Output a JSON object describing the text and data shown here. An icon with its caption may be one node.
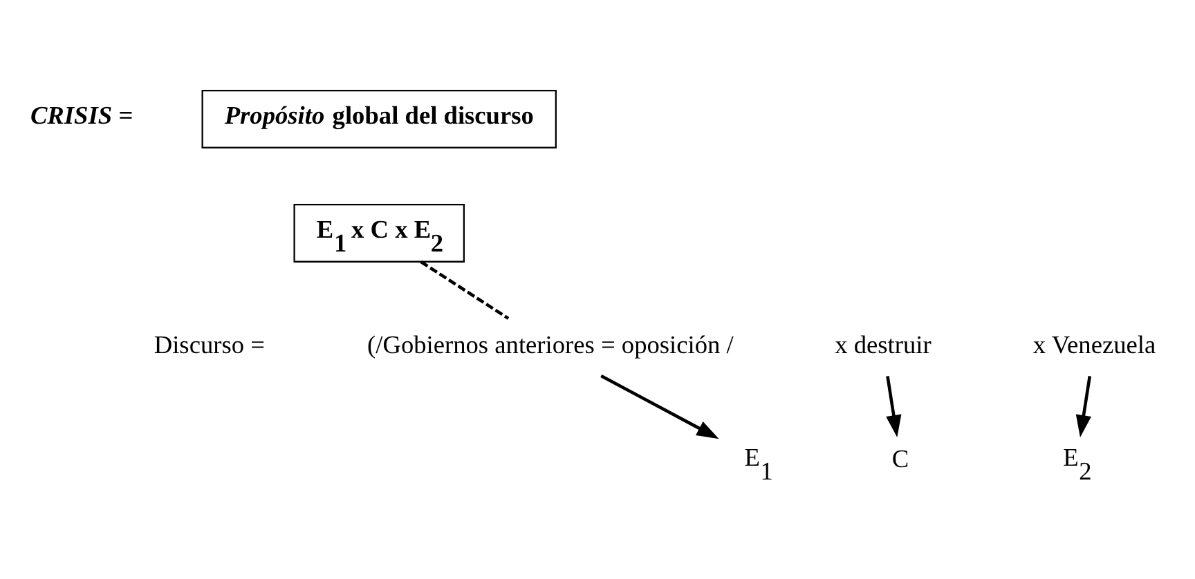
{
  "diagram": {
    "nodes": [
      {
        "text": [
          "*Propósito* global del discurso"
        ]
      },
      {
        "text": [
          "E$_{1}$ x C x E$_{2}$"
        ]
      },
      {
        "text": [
          "Discurso ="
        ]
      },
      {
        "text": [
          "(/Gobiernos anteriores = oposición /"
        ]
      },
      {
        "text": [
          "x destruir"
        ]
      },
      {
        "text": [
          "x Venezuela"
        ]
      },
      {
        "text": [
          "E$_{1}$"
        ]
      },
      {
        "text": [
          "C"
        ]
      },
      {
        "text": [
          "E$_{2}$"
        ]
      }
    ],
    "edges": [
      {
        "from": 1,
        "to": 3,
        "arrow": "none",
        "style": "dashed"
      },
      {
        "from": 3,
        "to": 6,
        "arrow": "to"
      },
      {
        "from": 4,
        "to": 7,
        "arrow": "to"
      },
      {
        "from": 5,
        "to": 8,
        "arrow": "to"
      }
    ],
    "labels": [
      "CRISIS ="
    ]
  }
}
